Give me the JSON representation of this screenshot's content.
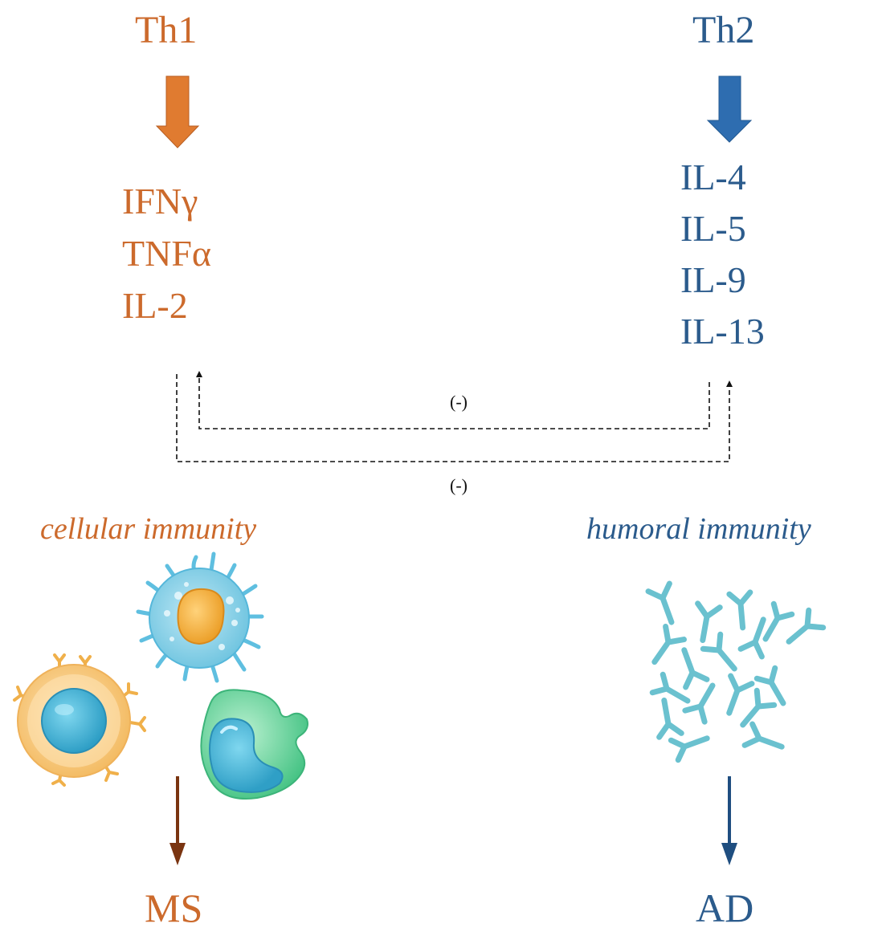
{
  "colors": {
    "th1": "#CC6A2C",
    "th1_arrow": "#E07B30",
    "th2": "#2B5B8C",
    "th2_arrow": "#2E6DB0",
    "ms_arrow": "#7A3410",
    "ad_arrow": "#1F4E80",
    "dashed": "#111111"
  },
  "th1": {
    "title": "Th1",
    "cytokines": [
      "IFNγ",
      "TNFα",
      "IL-2"
    ],
    "immunity": "cellular immunity",
    "disease": "MS",
    "cells": [
      "dendritic-cell",
      "lymphocyte",
      "macrophage"
    ]
  },
  "th2": {
    "title": "Th2",
    "cytokines": [
      "IL-4",
      "IL-5",
      "IL-9",
      "IL-13"
    ],
    "immunity": "humoral immunity",
    "disease": "AD",
    "antibodies": "antibody-cluster"
  },
  "inhibition": {
    "upper_label": "(-)",
    "lower_label": "(-)"
  }
}
